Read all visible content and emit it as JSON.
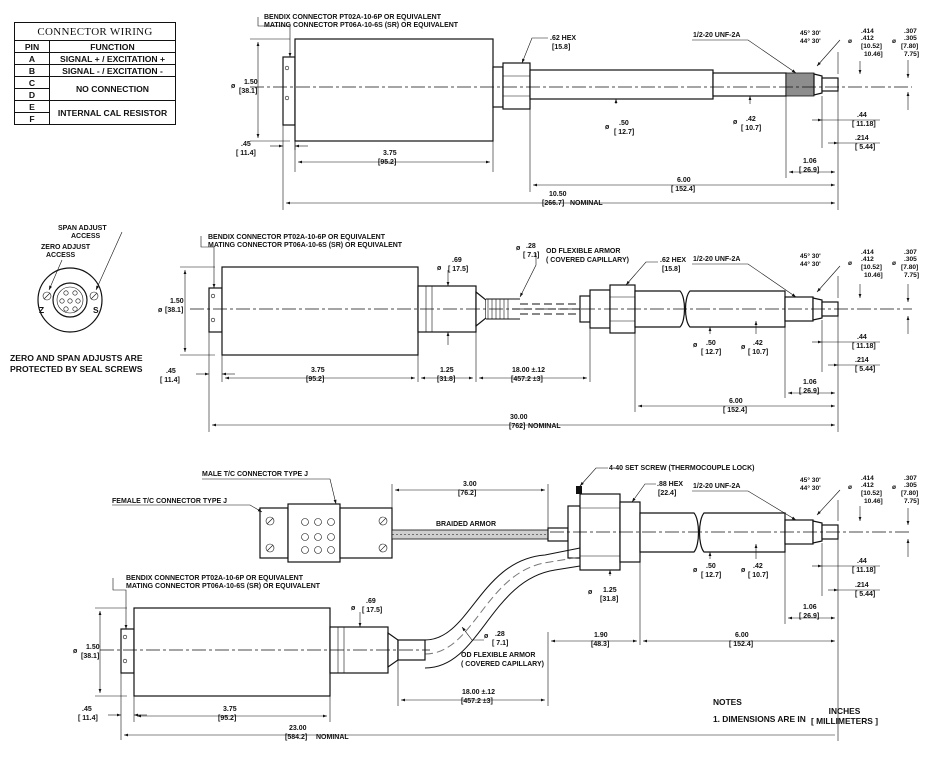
{
  "wiring_table": {
    "title": "CONNECTOR WIRING",
    "col_pin": "PIN",
    "col_function": "FUNCTION",
    "rows": [
      {
        "pin": "A",
        "function": "SIGNAL + / EXCITATION +"
      },
      {
        "pin": "B",
        "function": "SIGNAL - / EXCITATION -"
      },
      {
        "pin": "C",
        "function": "NO CONNECTION"
      },
      {
        "pin": "D",
        "function": ""
      },
      {
        "pin": "E",
        "function": "INTERNAL CAL RESISTOR"
      },
      {
        "pin": "F",
        "function": ""
      }
    ]
  },
  "connector_view": {
    "span_label_1": "SPAN ADJUST",
    "span_label_2": "ACCESS",
    "zero_label_1": "ZERO ADJUST",
    "zero_label_2": "ACCESS",
    "z_letter": "Z",
    "s_letter": "S",
    "seal_note_1": "ZERO AND SPAN ADJUSTS ARE",
    "seal_note_2": "PROTECTED BY SEAL SCREWS"
  },
  "common": {
    "bendix_1": "BENDIX CONNECTOR  PT02A-10-6P OR EQUIVALENT",
    "bendix_2": "MATING CONNECTOR  PT06A-10-6S (SR) OR EQUIVALENT",
    "dia": "ø",
    "d150_in": "1.50",
    "d150_mm": "[38.1]",
    "d045_in": ".45",
    "d045_mm": "[ 11.4]",
    "len375_in": "3.75",
    "len375_mm": "[95.2]",
    "thread": "1/2-20 UNF-2A",
    "angle1": "45° 30'",
    "angle2": "44° 30'",
    "d414": ".414",
    "d412": ".412",
    "d414_mm1": "[10.52]",
    "d414_mm2": "10.46]",
    "d307": ".307",
    "d305": ".305",
    "d307_mm1": "[7.80]",
    "d307_mm2": "7.75]",
    "d050_in": ".50",
    "d050_mm": "[ 12.7]",
    "d042_in": ".42",
    "d042_mm": "[ 10.7]",
    "d044_in": ".44",
    "d044_mm": "[ 11.18]",
    "d214_in": ".214",
    "d214_mm": "[ 5.44]",
    "len106_in": "1.06",
    "len106_mm": "[ 26.9]",
    "len600_in": "6.00",
    "len600_mm": "[ 152.4]",
    "nominal": "NOMINAL",
    "hex62_in": ".62 HEX",
    "hex62_mm": "[15.8]",
    "d069_in": ".69",
    "d069_mm": "[ 17.5]",
    "armor_28_in": ".28",
    "armor_28_mm": "[ 7.1]",
    "armor_1": "OD FLEXIBLE ARMOR",
    "armor_2": "( COVERED CAPILLARY)",
    "len1800_in": "18.00 ±.12",
    "len1800_mm": "[457.2 ±3]"
  },
  "view1": {
    "total_in": "10.50",
    "total_mm": "[266.7]"
  },
  "view2": {
    "len125_in": "1.25",
    "len125_mm": "[31.8]",
    "total_in": "30.00",
    "total_mm": "[762]"
  },
  "view3": {
    "male_tc": "MALE T/C CONNECTOR TYPE J",
    "female_tc": "FEMALE T/C CONNECTOR TYPE J",
    "braided": "BRAIDED ARMOR",
    "len300_in": "3.00",
    "len300_mm": "[76.2]",
    "set_screw": "4-40 SET SCREW (THERMOCOUPLE LOCK)",
    "hex88_in": ".88 HEX",
    "hex88_mm": "[22.4]",
    "len125_in": "1.25",
    "len125_mm": "[31.8]",
    "len190_in": "1.90",
    "len190_mm": "[48.3]",
    "total_in": "23.00",
    "total_mm": "[584.2]"
  },
  "notes": {
    "title": "NOTES",
    "item1": "1. DIMENSIONS ARE IN",
    "unit_top": "INCHES",
    "unit_bottom": "[ MILLIMETERS ]"
  }
}
